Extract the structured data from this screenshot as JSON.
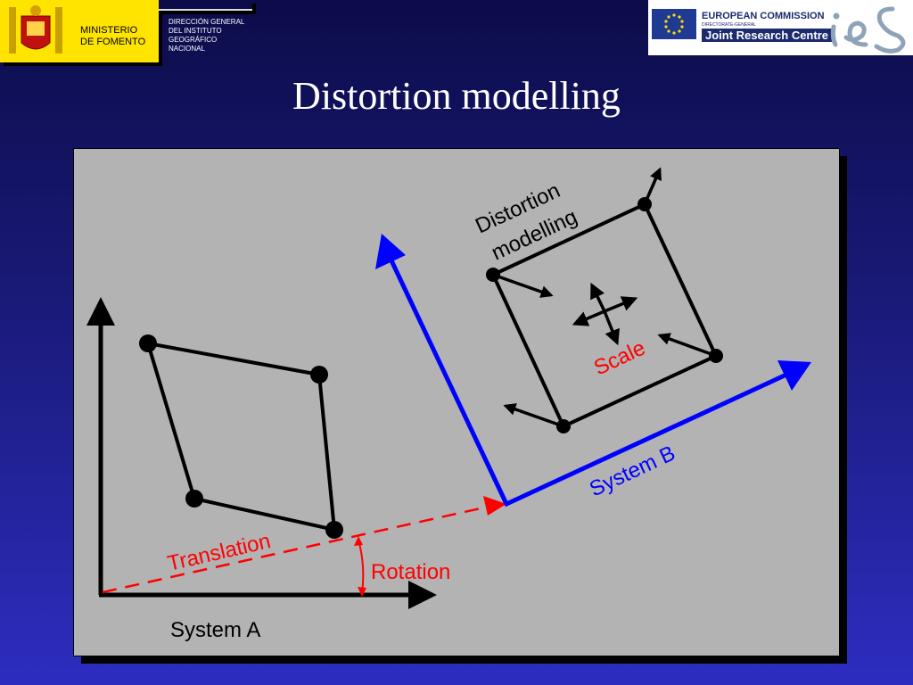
{
  "header": {
    "ministry_line1": "MINISTERIO",
    "ministry_line2": "DE FOMENTO",
    "ign_lines": [
      "DIRECCIÓN GENERAL",
      "DEL INSTITUTO",
      "GEOGRÁFICO",
      "NACIONAL"
    ],
    "jrc_line1": "EUROPEAN COMMISSION",
    "jrc_line2": "DIRECTORATE-GENERAL",
    "jrc_line3": "Joint Research Centre"
  },
  "slide": {
    "title": "Distortion modelling"
  },
  "diagram": {
    "system_a_label": "System A",
    "system_b_label": "System B",
    "translation_label": "Translation",
    "rotation_label": "Rotation",
    "scale_label": "Scale",
    "distortion_label_line1": "Distortion",
    "distortion_label_line2": "modelling"
  },
  "colors": {
    "background_top": "#0c0c4a",
    "background_bottom": "#2d2dc0",
    "panel": "#b3b3b3",
    "system_b_axis": "#0000ff",
    "red_label": "#ff0000",
    "logo_yellow": "#ffe400"
  }
}
